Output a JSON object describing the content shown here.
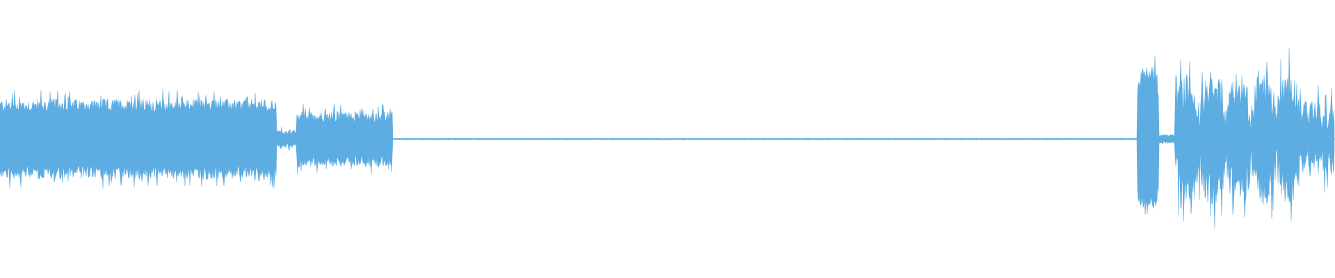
{
  "waveform": {
    "color": "#5dade2",
    "background": "#ffffff",
    "segments": [
      {
        "start": 0.0,
        "end": 0.207,
        "amp": 0.3,
        "jitter": 0.06,
        "kind": "noise"
      },
      {
        "start": 0.207,
        "end": 0.222,
        "amp": 0.06,
        "jitter": 0.02,
        "kind": "noise"
      },
      {
        "start": 0.222,
        "end": 0.294,
        "amp": 0.2,
        "jitter": 0.05,
        "kind": "noise"
      },
      {
        "start": 0.294,
        "end": 0.852,
        "amp": 0.005,
        "jitter": 0.002,
        "kind": "flat"
      },
      {
        "start": 0.852,
        "end": 0.868,
        "amp": 0.62,
        "jitter": 0.08,
        "kind": "burst"
      },
      {
        "start": 0.868,
        "end": 0.88,
        "amp": 0.03,
        "jitter": 0.01,
        "kind": "noise"
      },
      {
        "start": 0.88,
        "end": 0.975,
        "amp": 0.45,
        "jitter": 0.15,
        "kind": "phrase"
      },
      {
        "start": 0.975,
        "end": 1.0,
        "amp": 0.25,
        "jitter": 0.1,
        "kind": "phrase"
      }
    ]
  }
}
